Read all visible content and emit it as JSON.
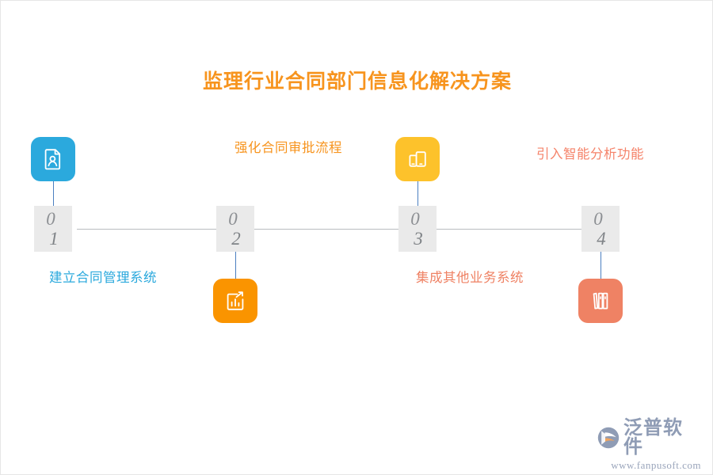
{
  "title": "监理行业合同部门信息化解决方案",
  "colors": {
    "title": "#F7941E",
    "step1": "#2BA9DD",
    "step2": "#FA9400",
    "step3": "#FDC22B",
    "step4": "#EF8264",
    "line": "#b9bcc0",
    "stem": "#4b7fc0",
    "marker_bg": "#eaeaea",
    "marker_text": "#8c8f93"
  },
  "timeline": {
    "steps": [
      {
        "number_top": "0",
        "number_bottom": "1",
        "number": "01",
        "label": "建立合同管理系统",
        "icon": "document-person-icon",
        "color": "#2BA9DD",
        "icon_position": "above",
        "label_position": "below"
      },
      {
        "number_top": "0",
        "number_bottom": "2",
        "number": "02",
        "label": "强化合同审批流程",
        "icon": "bar-chart-growth-icon",
        "color": "#FA9400",
        "icon_position": "below",
        "label_position": "above"
      },
      {
        "number_top": "0",
        "number_bottom": "3",
        "number": "03",
        "label": "集成其他业务系统",
        "icon": "devices-icon",
        "color": "#FDC22B",
        "icon_position": "above",
        "label_position": "below"
      },
      {
        "number_top": "0",
        "number_bottom": "4",
        "number": "04",
        "label": "引入智能分析功能",
        "icon": "books-icon",
        "color": "#EF8264",
        "icon_position": "below",
        "label_position": "above"
      }
    ]
  },
  "watermark": {
    "brand": "泛普软件",
    "url": "www.fanpusoft.com",
    "mark": "fanpu-logo-icon"
  }
}
